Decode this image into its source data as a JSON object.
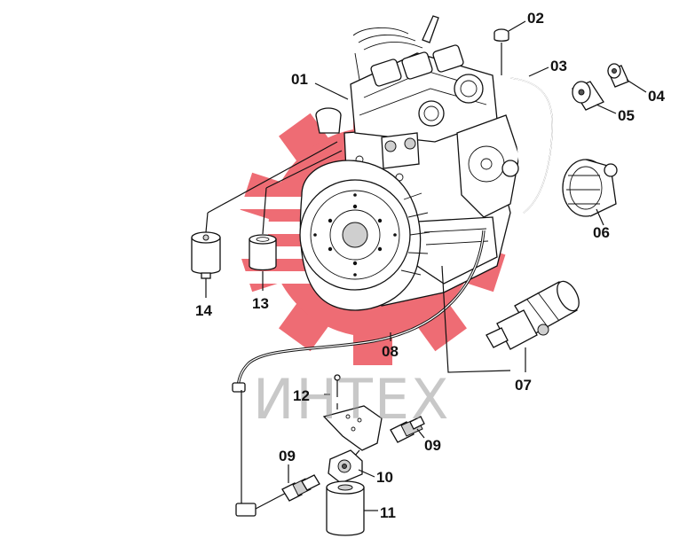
{
  "watermark": {
    "text": "ИНТЕХ",
    "color": "#e8343f"
  },
  "callouts": [
    {
      "id": "p01",
      "label": "01"
    },
    {
      "id": "p02",
      "label": "02"
    },
    {
      "id": "p03",
      "label": "03"
    },
    {
      "id": "p04",
      "label": "04"
    },
    {
      "id": "p05",
      "label": "05"
    },
    {
      "id": "p06",
      "label": "06"
    },
    {
      "id": "p07",
      "label": "07"
    },
    {
      "id": "p08",
      "label": "08"
    },
    {
      "id": "p09a",
      "label": "09"
    },
    {
      "id": "p09b",
      "label": "09"
    },
    {
      "id": "p10",
      "label": "10"
    },
    {
      "id": "p11",
      "label": "11"
    },
    {
      "id": "p12",
      "label": "12"
    },
    {
      "id": "p13",
      "label": "13"
    },
    {
      "id": "p14",
      "label": "14"
    }
  ]
}
